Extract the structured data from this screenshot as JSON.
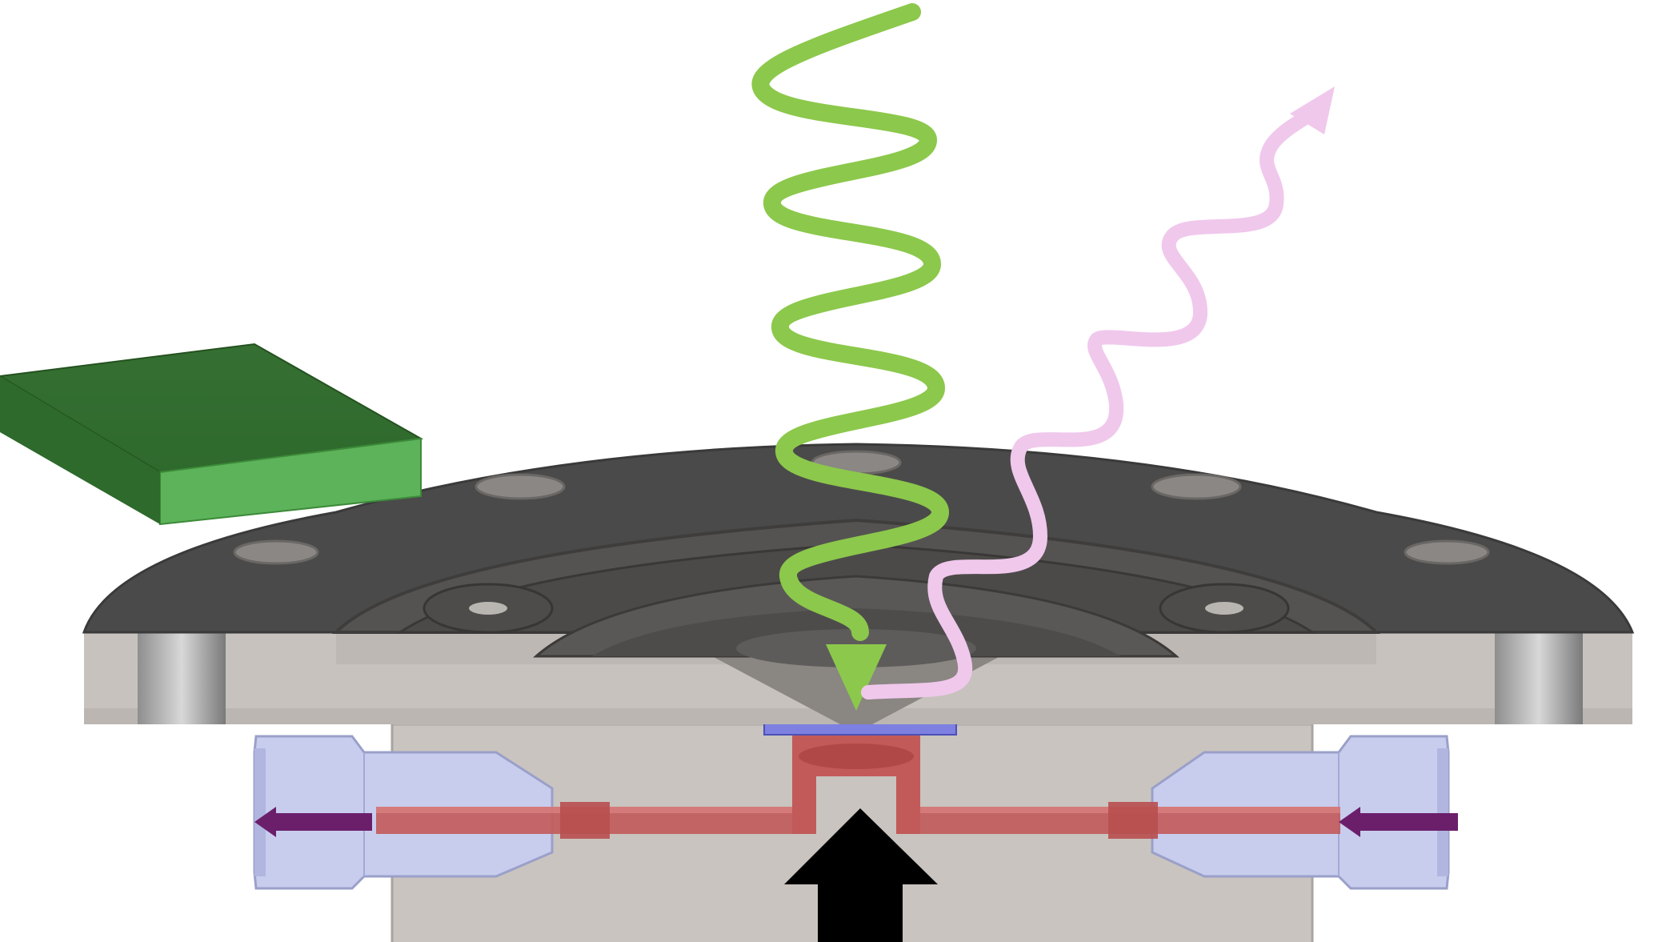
{
  "diagram": {
    "colors": {
      "background": "#ffffff",
      "excitation_beam": "#8cc84b",
      "emission_beam": "#f0c8ec",
      "flange_top": "#4a4a4a",
      "flange_side": "#c7c2bd",
      "cell_body": "#c9c4bf",
      "fluid_channel": "#c25a5a",
      "fitting": "#c8cdee",
      "window": "#7d80e0",
      "flow_arrow": "#6b1f6b",
      "force_arrow": "#000000",
      "sensor_block": "#3e8a3e"
    },
    "components": {
      "excitation_beam": "green-wavy-arrow",
      "emission_beam": "pink-wavy-arrow",
      "sensor": "green-box",
      "flange": "dark-flange-plate",
      "cell": "gray-cell-body",
      "channel": "red-fluid-channel",
      "inlet_fitting": "right-blue-fitting",
      "outlet_fitting": "left-blue-fitting",
      "inlet_arrow": "purple-left-arrow",
      "outlet_arrow": "purple-left-arrow",
      "force_arrow": "black-up-arrow"
    }
  }
}
